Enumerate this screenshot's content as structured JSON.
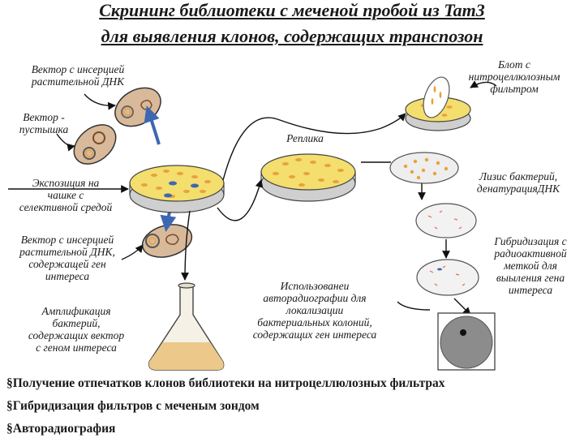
{
  "title": {
    "line1": "Скрининг библиотеки с меченой пробой из Tam3",
    "line2": "для выявления клонов, содержащих транспозон"
  },
  "labels": {
    "vector_insert": [
      "Вектор с инсерцией",
      "растительной ДНК"
    ],
    "vector_empty": [
      "Вектор -",
      "пустышка"
    ],
    "exposure": [
      "Экспозиция на",
      "чашке с",
      "селективной средой"
    ],
    "replica": "Реплика",
    "blot": [
      "Блот с",
      "нитроцеллюлозным",
      "фильтром"
    ],
    "lysis": [
      "Лизис бактерий,",
      "денатурацияДНК"
    ],
    "hybridization": [
      "Гибридизация с",
      "радиоактивной",
      "меткой для",
      "выыления гена",
      "интереса"
    ],
    "vector_gene": [
      "Вектор с инсерцией",
      "растительной ДНК,",
      "содержащей ген",
      "интереса"
    ],
    "amplification": [
      "Амплификация",
      "бактерий,",
      "содержащих вектор",
      "с геном интереса"
    ],
    "autoradiography_use": [
      "Использованеи",
      "авторадиографии для",
      "локализации",
      "бактериальных колоний,",
      "содержащих ген интереса"
    ]
  },
  "bullets": [
    "§Получение отпечатков клонов библиотеки на нитроцеллюлозных фильтрах",
    "§Гибридизация фильтров с меченым зондом",
    "§Авторадиография"
  ],
  "colors": {
    "agar": "#f3de6e",
    "colony": "#e9a13c",
    "blue_arrow": "#3e67b2",
    "filter_dot": "#e86b4d",
    "autorad_film": "#8c8c8c"
  }
}
